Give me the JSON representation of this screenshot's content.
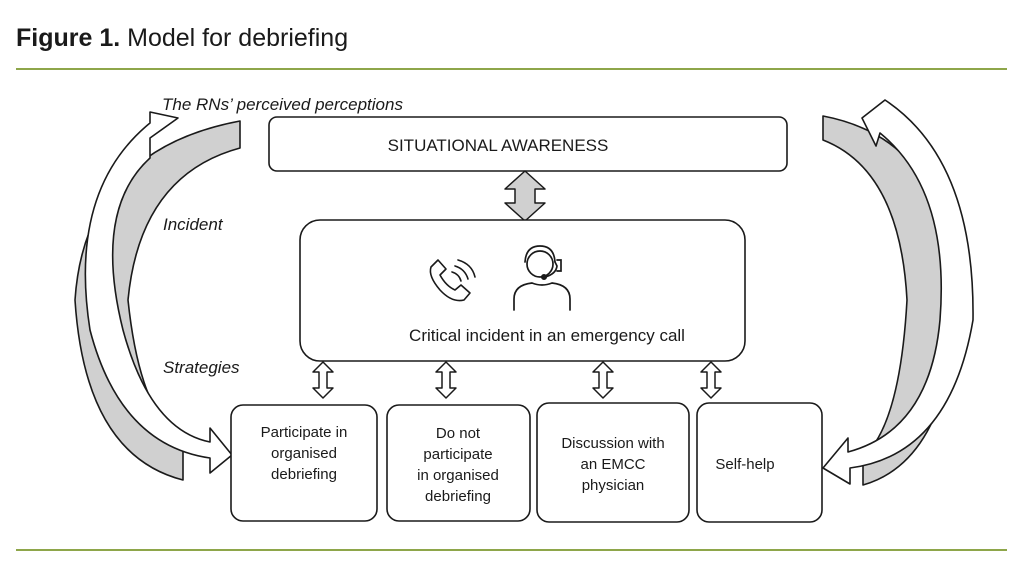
{
  "figure": {
    "label": "Figure 1.",
    "title": "Model for debriefing"
  },
  "diagram": {
    "labels": {
      "perceptions": "The RNs’ perceived perceptions",
      "incident": "Incident",
      "strategies": "Strategies"
    },
    "top_box": "SITUATIONAL AWARENESS",
    "center_box": "Critical incident in an emergency call",
    "center_icons": [
      "phone-icon",
      "operator-headset-icon"
    ],
    "strategies": [
      {
        "lines": [
          "Participate in",
          "organised",
          "debriefing"
        ]
      },
      {
        "lines": [
          "Do not",
          "participate",
          "in organised",
          "debriefing"
        ]
      },
      {
        "lines": [
          "Discussion with",
          "an EMCC",
          "physician"
        ]
      },
      {
        "lines": [
          "Self-help"
        ]
      }
    ]
  },
  "colors": {
    "rule": "#8ea64a",
    "arrow_grey": "#d0d0d0",
    "stroke": "#1a1a1a"
  }
}
